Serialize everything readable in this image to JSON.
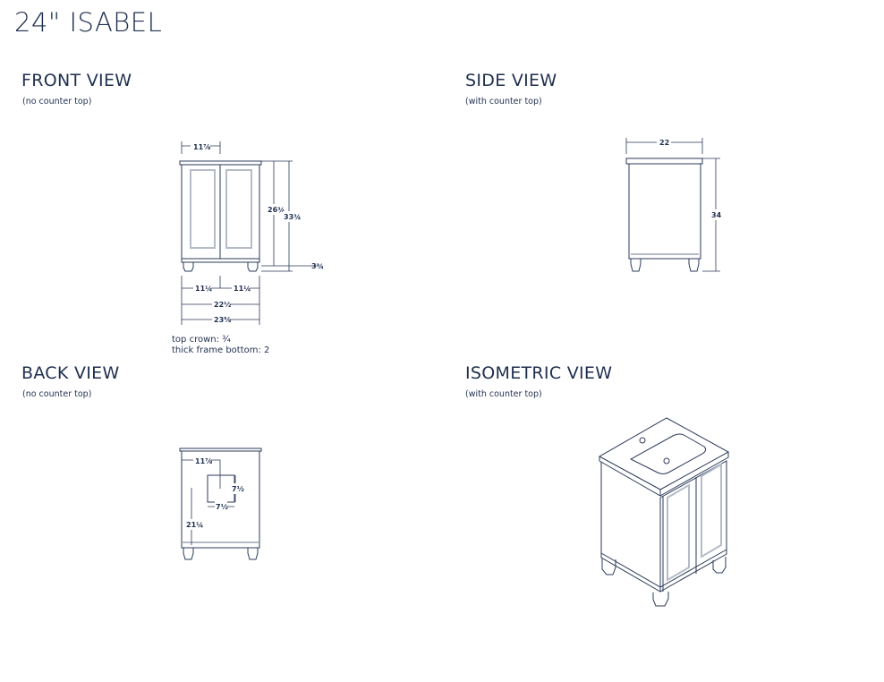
{
  "title": "24\" ISABEL",
  "front": {
    "heading": "FRONT VIEW",
    "sub": "(no counter top)",
    "dims": {
      "top_left": "11⅞",
      "height_body": "26¾",
      "height_total": "33¾",
      "leg": "3¾",
      "half_left": "11¼",
      "half_right": "11¼",
      "inner_width": "22½",
      "outer_width": "23⅝"
    },
    "notes": [
      "top crown: ¾",
      "thick frame bottom: 2"
    ]
  },
  "side": {
    "heading": "SIDE VIEW",
    "sub": "(with counter top)",
    "dims": {
      "depth": "22",
      "height": "34"
    }
  },
  "back": {
    "heading": "BACK VIEW",
    "sub": "(no counter top)",
    "dims": {
      "offset": "11⅞",
      "sq_h": "7½",
      "sq_w": "7½",
      "height": "21¼"
    }
  },
  "iso": {
    "heading": "ISOMETRIC VIEW",
    "sub": "(with counter top)"
  }
}
